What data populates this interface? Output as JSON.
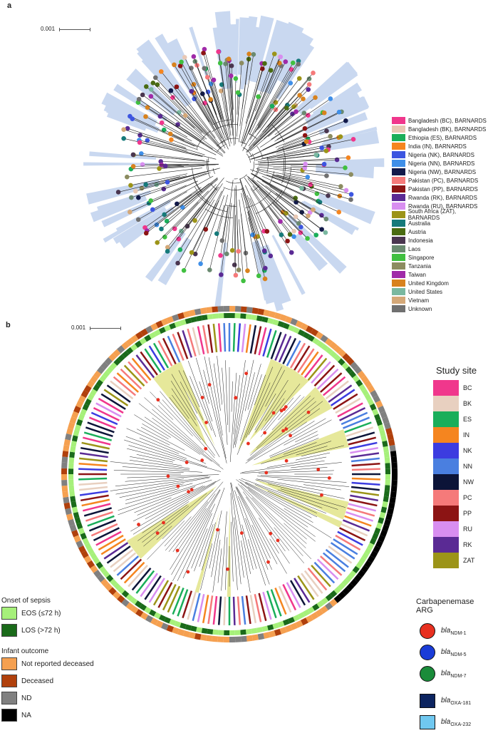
{
  "panel_a": {
    "label": "a",
    "scale": "0.001",
    "legend": [
      {
        "label": "Bangladesh (BC), BARNARDS",
        "color": "#f0378c"
      },
      {
        "label": "Bangladesh (BK), BARNARDS",
        "color": "#e8c8b4"
      },
      {
        "label": "Ethiopia (ES), BARNARDS",
        "color": "#1aae5a"
      },
      {
        "label": "India (IN), BARNARDS",
        "color": "#f5851f"
      },
      {
        "label": "Nigeria (NK), BARNARDS",
        "color": "#3c55e0"
      },
      {
        "label": "Nigeria (NN), BARNARDS",
        "color": "#3f8fe8"
      },
      {
        "label": "Nigeria (NW), BARNARDS",
        "color": "#121a4a"
      },
      {
        "label": "Pakistan (PC), BARNARDS",
        "color": "#f57a7a"
      },
      {
        "label": "Pakistan (PP), BARNARDS",
        "color": "#8c1414"
      },
      {
        "label": "Rwanda (RK), BARNARDS",
        "color": "#5a2a94"
      },
      {
        "label": "Rwanda (RU), BARNARDS",
        "color": "#d88ef0"
      },
      {
        "label": "South Africa (ZAT), BARNARDS",
        "color": "#9c9418"
      },
      {
        "label": "Australia",
        "color": "#167a7a"
      },
      {
        "label": "Austria",
        "color": "#4a6b12"
      },
      {
        "label": "Indonesia",
        "color": "#4a3650"
      },
      {
        "label": "Laos",
        "color": "#6a8a70"
      },
      {
        "label": "Singapore",
        "color": "#40c040"
      },
      {
        "label": "Tanzania",
        "color": "#8c8c60"
      },
      {
        "label": "Taiwan",
        "color": "#a02aa8"
      },
      {
        "label": "United Kingdom",
        "color": "#d8821e"
      },
      {
        "label": "United States",
        "color": "#7ab8a0"
      },
      {
        "label": "Vietnam",
        "color": "#d4a878"
      },
      {
        "label": "Unknown",
        "color": "#707070"
      }
    ]
  },
  "panel_b": {
    "label": "b",
    "scale": "0.001",
    "study_site": {
      "title": "Study site",
      "items": [
        {
          "label": "BC",
          "color": "#f0378c"
        },
        {
          "label": "BK",
          "color": "#e8d0c0"
        },
        {
          "label": "ES",
          "color": "#1aae5a"
        },
        {
          "label": "IN",
          "color": "#f5851f"
        },
        {
          "label": "NK",
          "color": "#3c3ce0"
        },
        {
          "label": "NN",
          "color": "#4a7fe0"
        },
        {
          "label": "NW",
          "color": "#0c1438"
        },
        {
          "label": "PC",
          "color": "#f57a7a"
        },
        {
          "label": "PP",
          "color": "#8c1414"
        },
        {
          "label": "RU",
          "color": "#d88ef0"
        },
        {
          "label": "RK",
          "color": "#5a2a94"
        },
        {
          "label": "ZAT",
          "color": "#9c9418"
        }
      ]
    },
    "onset": {
      "title": "Onset of sepsis",
      "items": [
        {
          "label": "EOS (≤72 h)",
          "color": "#a6f07a"
        },
        {
          "label": "LOS (>72 h)",
          "color": "#1a6a1a"
        }
      ]
    },
    "outcome": {
      "title": "Infant outcome",
      "items": [
        {
          "label": "Not reported deceased",
          "color": "#f5a050"
        },
        {
          "label": "Deceased",
          "color": "#b0400c"
        },
        {
          "label": "ND",
          "color": "#808080"
        },
        {
          "label": "NA",
          "color": "#000000"
        }
      ]
    },
    "carbapenemase": {
      "title": "Carbapenemase ARG",
      "items": [
        {
          "gene": "bla",
          "sub": "NDM-1",
          "color": "#e83020",
          "shape": "circle"
        },
        {
          "gene": "bla",
          "sub": "NDM-5",
          "color": "#1a3cd8",
          "shape": "circle"
        },
        {
          "gene": "bla",
          "sub": "NDM-7",
          "color": "#1a8c3a",
          "shape": "circle"
        },
        {
          "gene": "bla",
          "sub": "OXA-181",
          "color": "#0c2460",
          "shape": "square"
        },
        {
          "gene": "bla",
          "sub": "OXA-232",
          "color": "#70c8f0",
          "shape": "square"
        }
      ]
    }
  }
}
